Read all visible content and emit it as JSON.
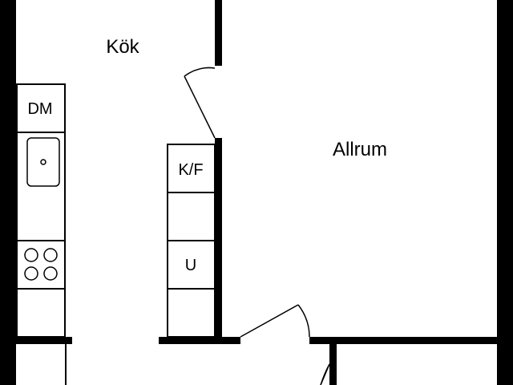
{
  "plan": {
    "rooms": {
      "kitchen": "Kök",
      "living_room": "Allrum"
    },
    "fixtures": {
      "dishwasher": "DM",
      "fridge_freezer": "K/F",
      "oven": "U"
    },
    "colors": {
      "wall": "#000000",
      "line": "#000000",
      "background": "#ffffff"
    }
  }
}
